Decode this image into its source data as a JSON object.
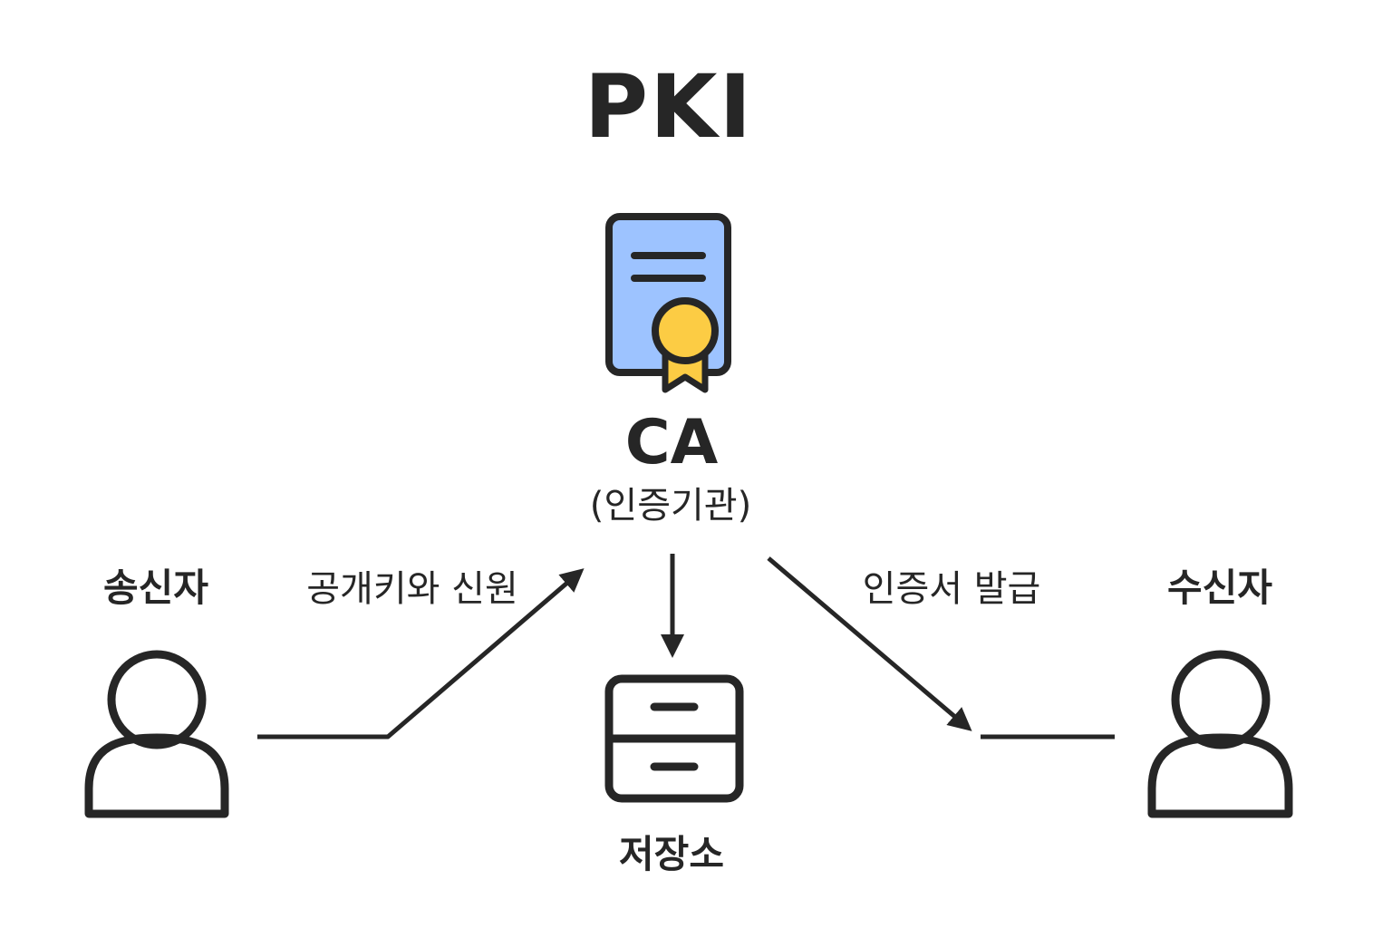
{
  "title": "PKI",
  "ca": {
    "name": "CA",
    "subtitle": "(인증기관)",
    "icon": "certificate-icon",
    "doc_color": "#9dc3ff",
    "seal_color": "#fccc44"
  },
  "sender": {
    "label": "송신자",
    "icon": "person-icon"
  },
  "receiver": {
    "label": "수신자",
    "icon": "person-icon"
  },
  "repository": {
    "label": "저장소",
    "icon": "file-cabinet-icon"
  },
  "edges": {
    "sender_to_ca": "공개키와 신원",
    "ca_to_receiver": "인증서 발급"
  },
  "colors": {
    "stroke": "#262626",
    "background": "#ffffff"
  }
}
